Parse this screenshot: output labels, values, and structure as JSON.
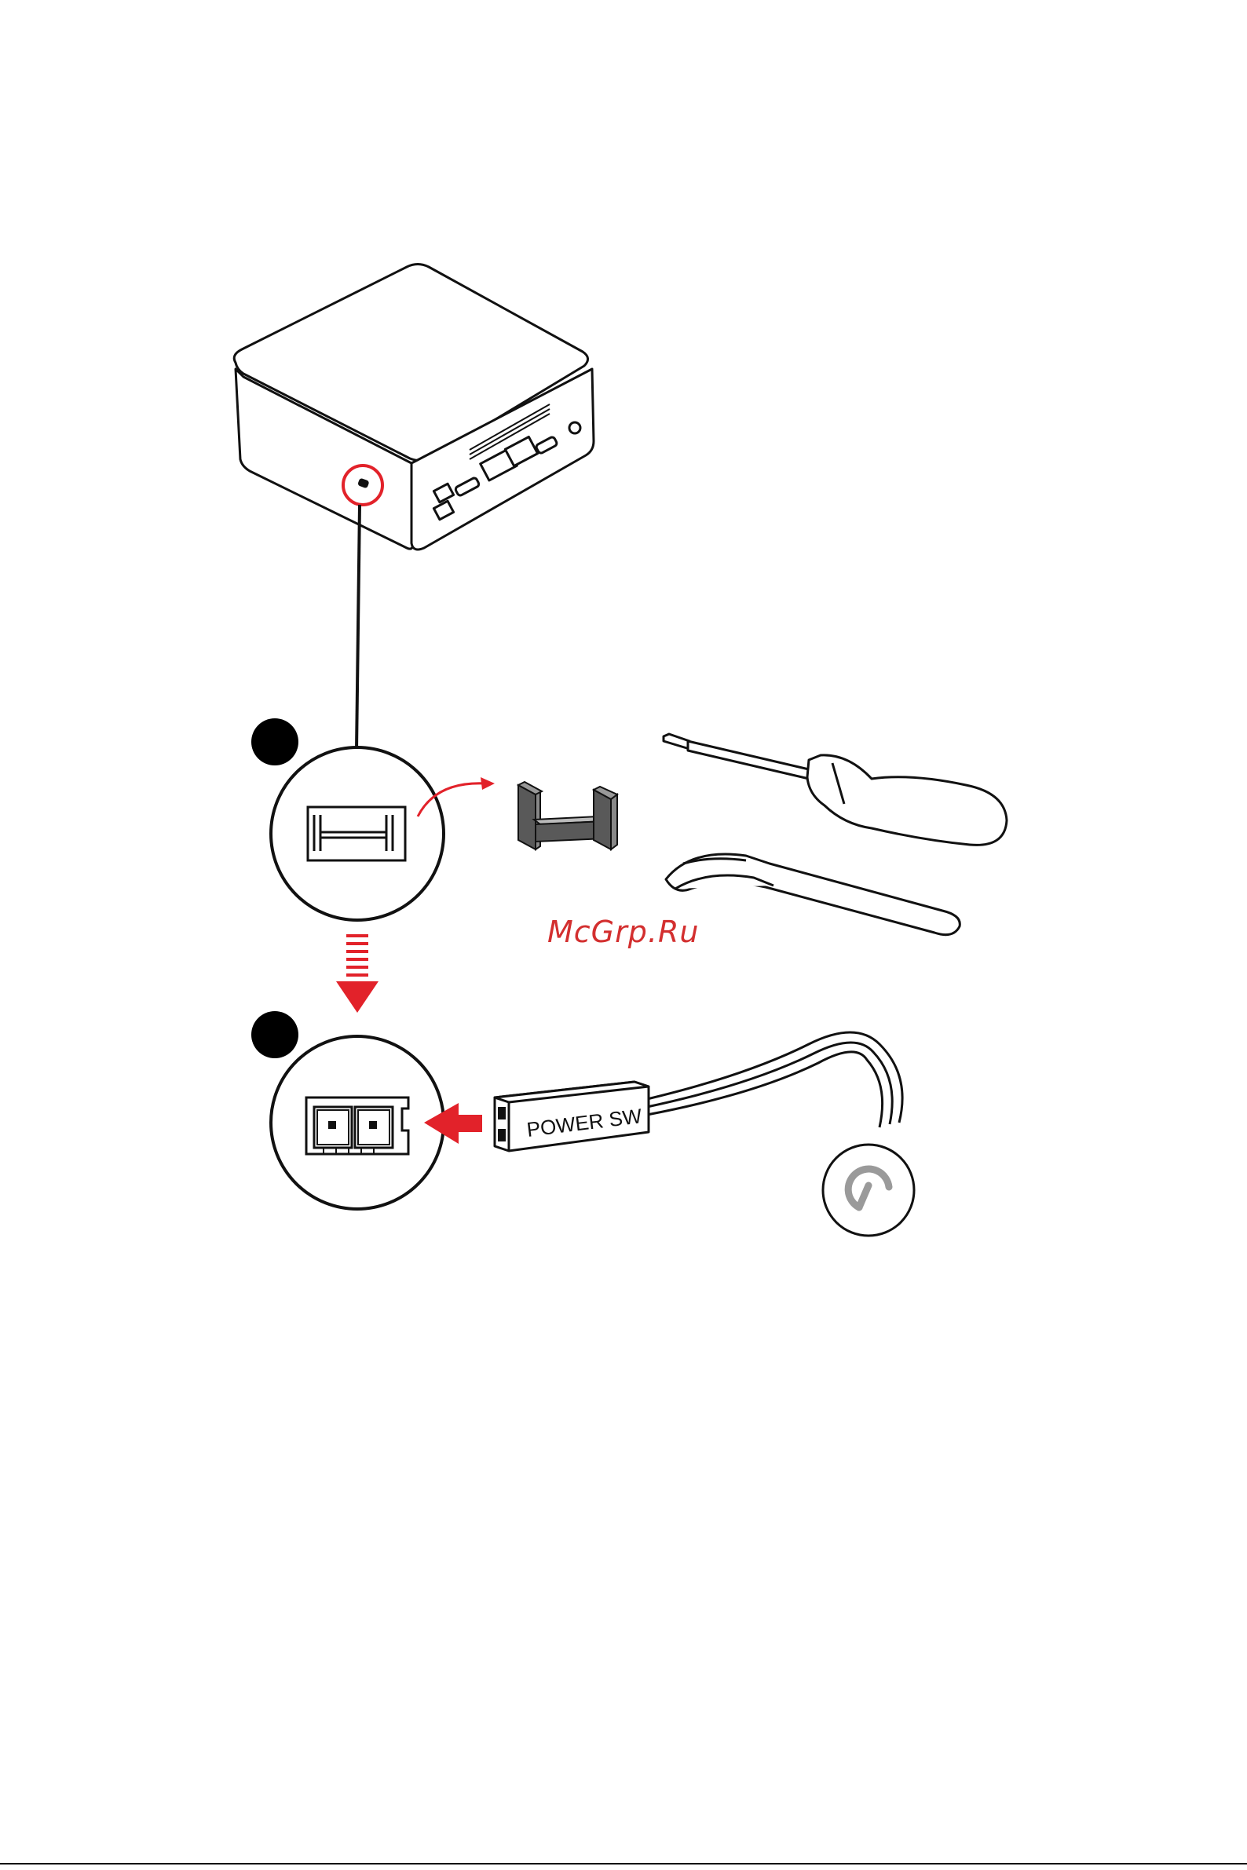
{
  "diagram": {
    "watermark_text": "McGrp.Ru",
    "connector_label": "POWER SW",
    "accent_color": "#e2222a",
    "ink_color": "#111111",
    "steps": [
      {
        "name": "step-1-badge"
      },
      {
        "name": "step-2-badge"
      }
    ],
    "items": {
      "computer": "mini-pc-icon",
      "header_jumper": "jumper-cap-icon",
      "screwdriver": "screwdriver-icon",
      "tweezers": "tweezers-icon",
      "pin_header": "pin-header-icon",
      "power_button": "power-button-icon"
    }
  }
}
